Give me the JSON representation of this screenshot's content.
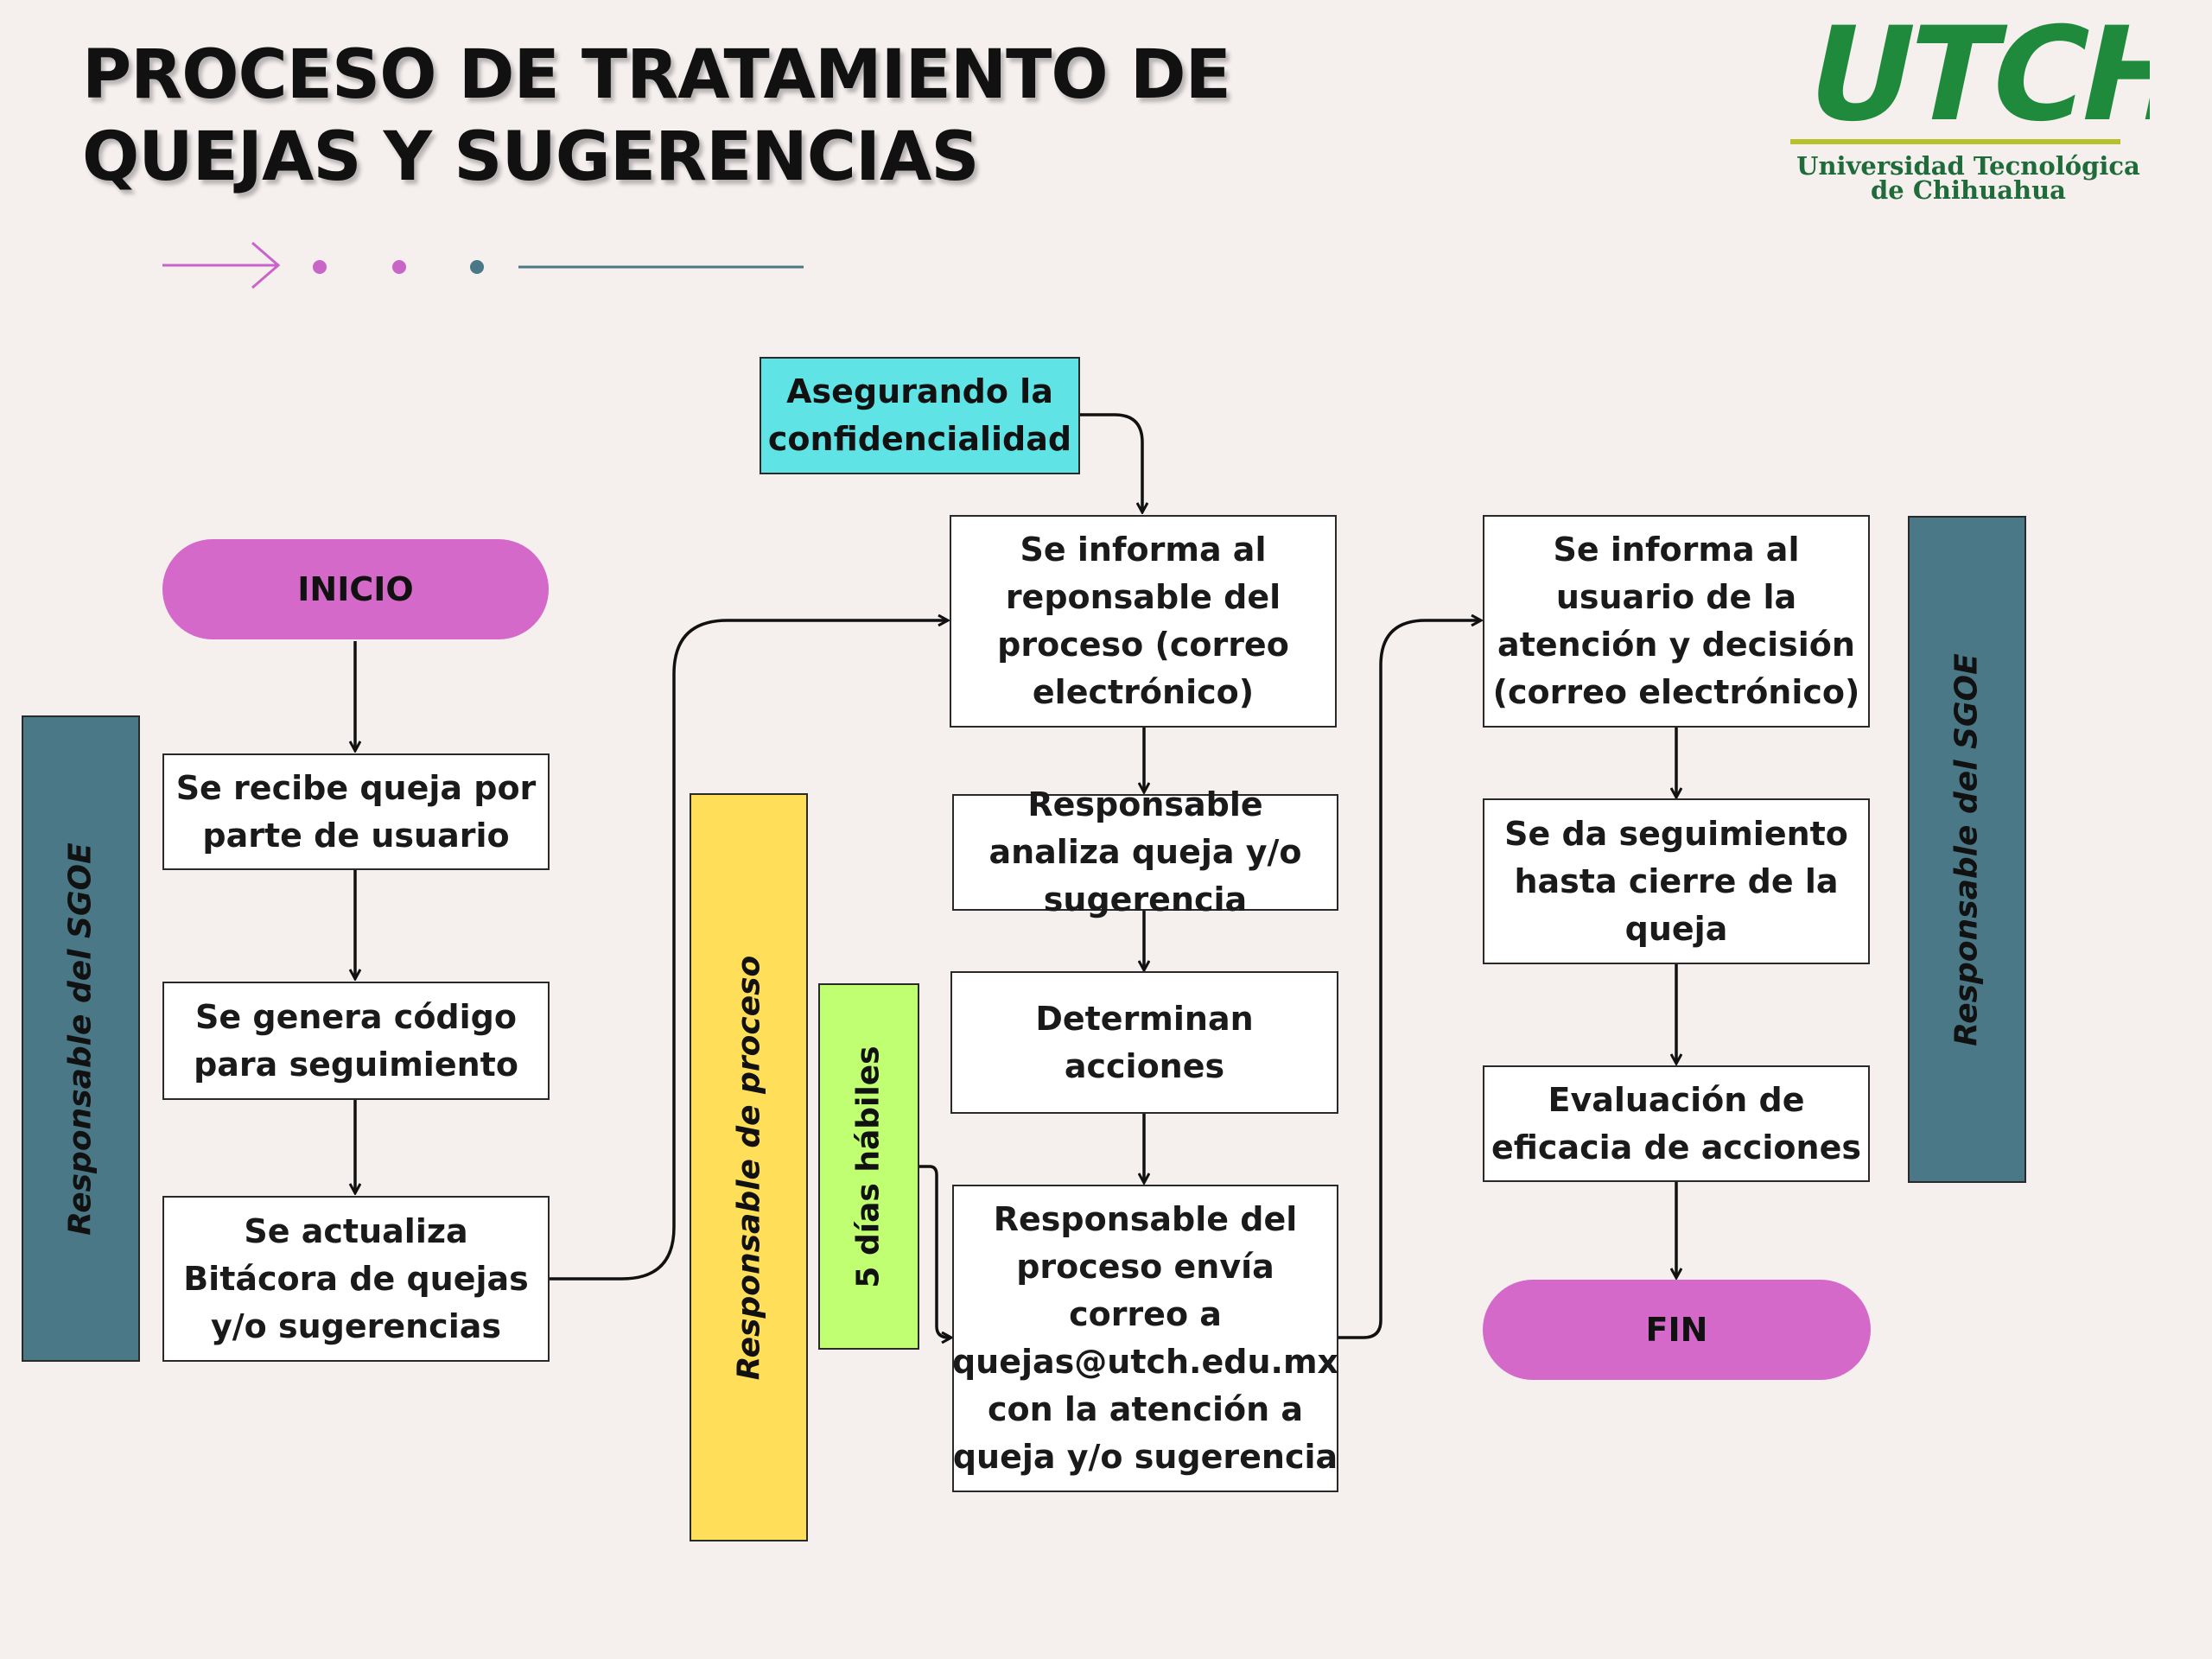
{
  "title": {
    "line1": "PROCESO DE TRATAMIENTO DE",
    "line2": "QUEJAS Y SUGERENCIAS"
  },
  "logo": {
    "mark": "UTCH",
    "line1": "Universidad Tecnológica",
    "line2": "de Chihuahua"
  },
  "colors": {
    "background": "#f5efee",
    "pill": "#d469c9",
    "confidential": "#5fe3e5",
    "lane_sgoe": "#4a7886",
    "lane_proceso": "#ffde59",
    "lane_days": "#c1ff72",
    "logo_green": "#1f8a3b",
    "logo_line": "#b7c22a"
  },
  "lanes": {
    "left": "Responsable del SGOE",
    "middle": "Responsable de proceso",
    "days": "5 días hábiles",
    "right": "Responsable del SGOE"
  },
  "nodes": {
    "start": "INICIO",
    "receive": "Se recibe queja por parte de usuario",
    "code": "Se genera código para seguimiento",
    "log": "Se actualiza Bitácora de quejas y/o sugerencias",
    "confidential": "Asegurando la confidencialidad",
    "inform_owner": "Se informa al reponsable del proceso (correo electrónico)",
    "analyze": "Responsable analiza queja y/o sugerencia",
    "actions": "Determinan acciones",
    "send_mail": "Responsable del proceso envía correo a quejas@utch.edu.mx con la atención a queja y/o sugerencia",
    "inform_user": "Se informa al usuario de la atención y decisión (correo electrónico)",
    "follow_up": "Se da seguimiento hasta cierre de la queja",
    "evaluate": "Evaluación de eficacia de acciones",
    "end": "FIN"
  }
}
